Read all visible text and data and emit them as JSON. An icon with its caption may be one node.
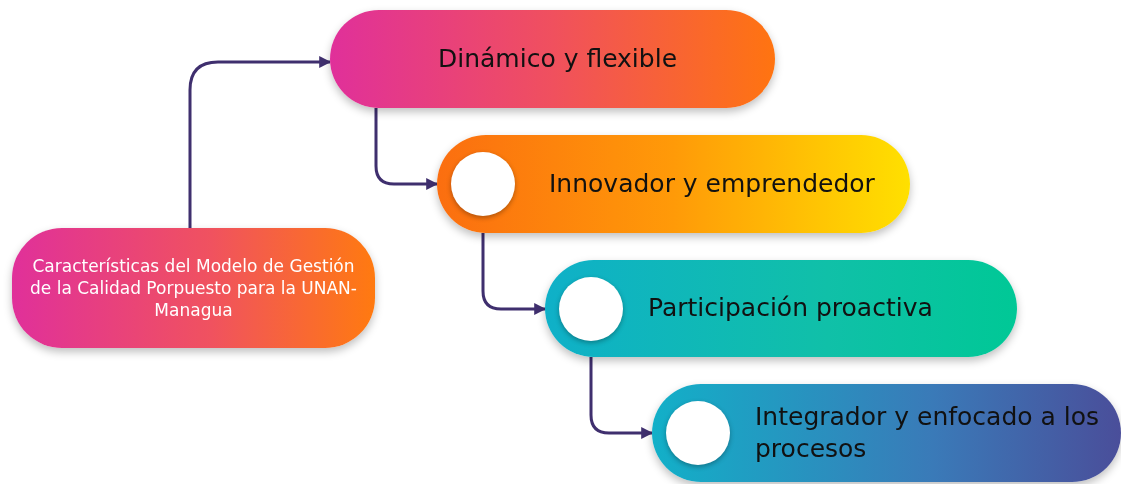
{
  "diagram": {
    "nodes": [
      {
        "text": [
          "Características del Modelo de Gestión de la Calidad Porpuesto para la UNAN-Managua"
        ]
      },
      {
        "text": [
          "Dinámico y flexible"
        ]
      },
      {
        "text": [
          "Innovador y emprendedor"
        ]
      },
      {
        "text": [
          "Participación proactiva"
        ]
      },
      {
        "text": [
          "Integrador y enfocado a los procesos"
        ]
      }
    ],
    "edges": [
      {
        "from": 0,
        "to": 1,
        "arrow": "to"
      },
      {
        "from": 1,
        "to": 2,
        "arrow": "to"
      },
      {
        "from": 2,
        "to": 3,
        "arrow": "to"
      },
      {
        "from": 3,
        "to": 4,
        "arrow": "to"
      }
    ]
  }
}
